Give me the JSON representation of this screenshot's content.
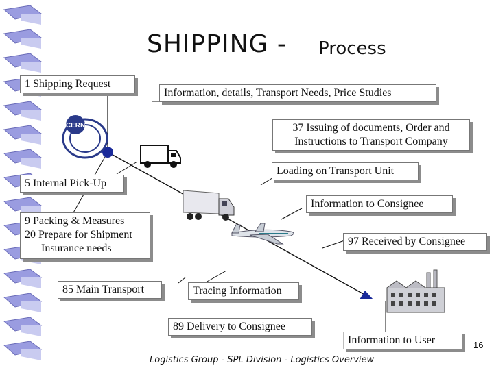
{
  "title": {
    "main": "SHIPPING -",
    "sub": "Process"
  },
  "boxes": {
    "shipping_request": "1 Shipping Request",
    "information_details": "Information, details, Transport Needs, Price Studies",
    "issuing_line1": "37 Issuing of documents,   Order and",
    "issuing_line2": "Instructions to Transport Company",
    "loading": "Loading on Transport Unit",
    "internal_pickup": "5 Internal Pick-Up",
    "info_consignee": "Information to Consignee",
    "packing_line1": "9  Packing & Measures",
    "packing_line2": "20 Prepare for Shipment",
    "packing_line3": "Insurance needs",
    "received": "97 Received by Consignee",
    "main_transport": "85 Main Transport",
    "tracing": "Tracing Information",
    "delivery": "89 Delivery to Consignee",
    "info_user": "Information to User"
  },
  "logo_text": "CERN",
  "footer": "Logistics Group - SPL Division - Logistics Overview",
  "page_number": "16",
  "colors": {
    "binder": "#9a9ce0",
    "arrow_line": "#111111",
    "arrow_head": "#1a2a9a",
    "shadow": "#8c8c8c"
  },
  "icons": [
    "binder-rings",
    "cern-logo",
    "delivery-van-icon",
    "truck-icon",
    "airplane-icon",
    "factory-icon"
  ]
}
